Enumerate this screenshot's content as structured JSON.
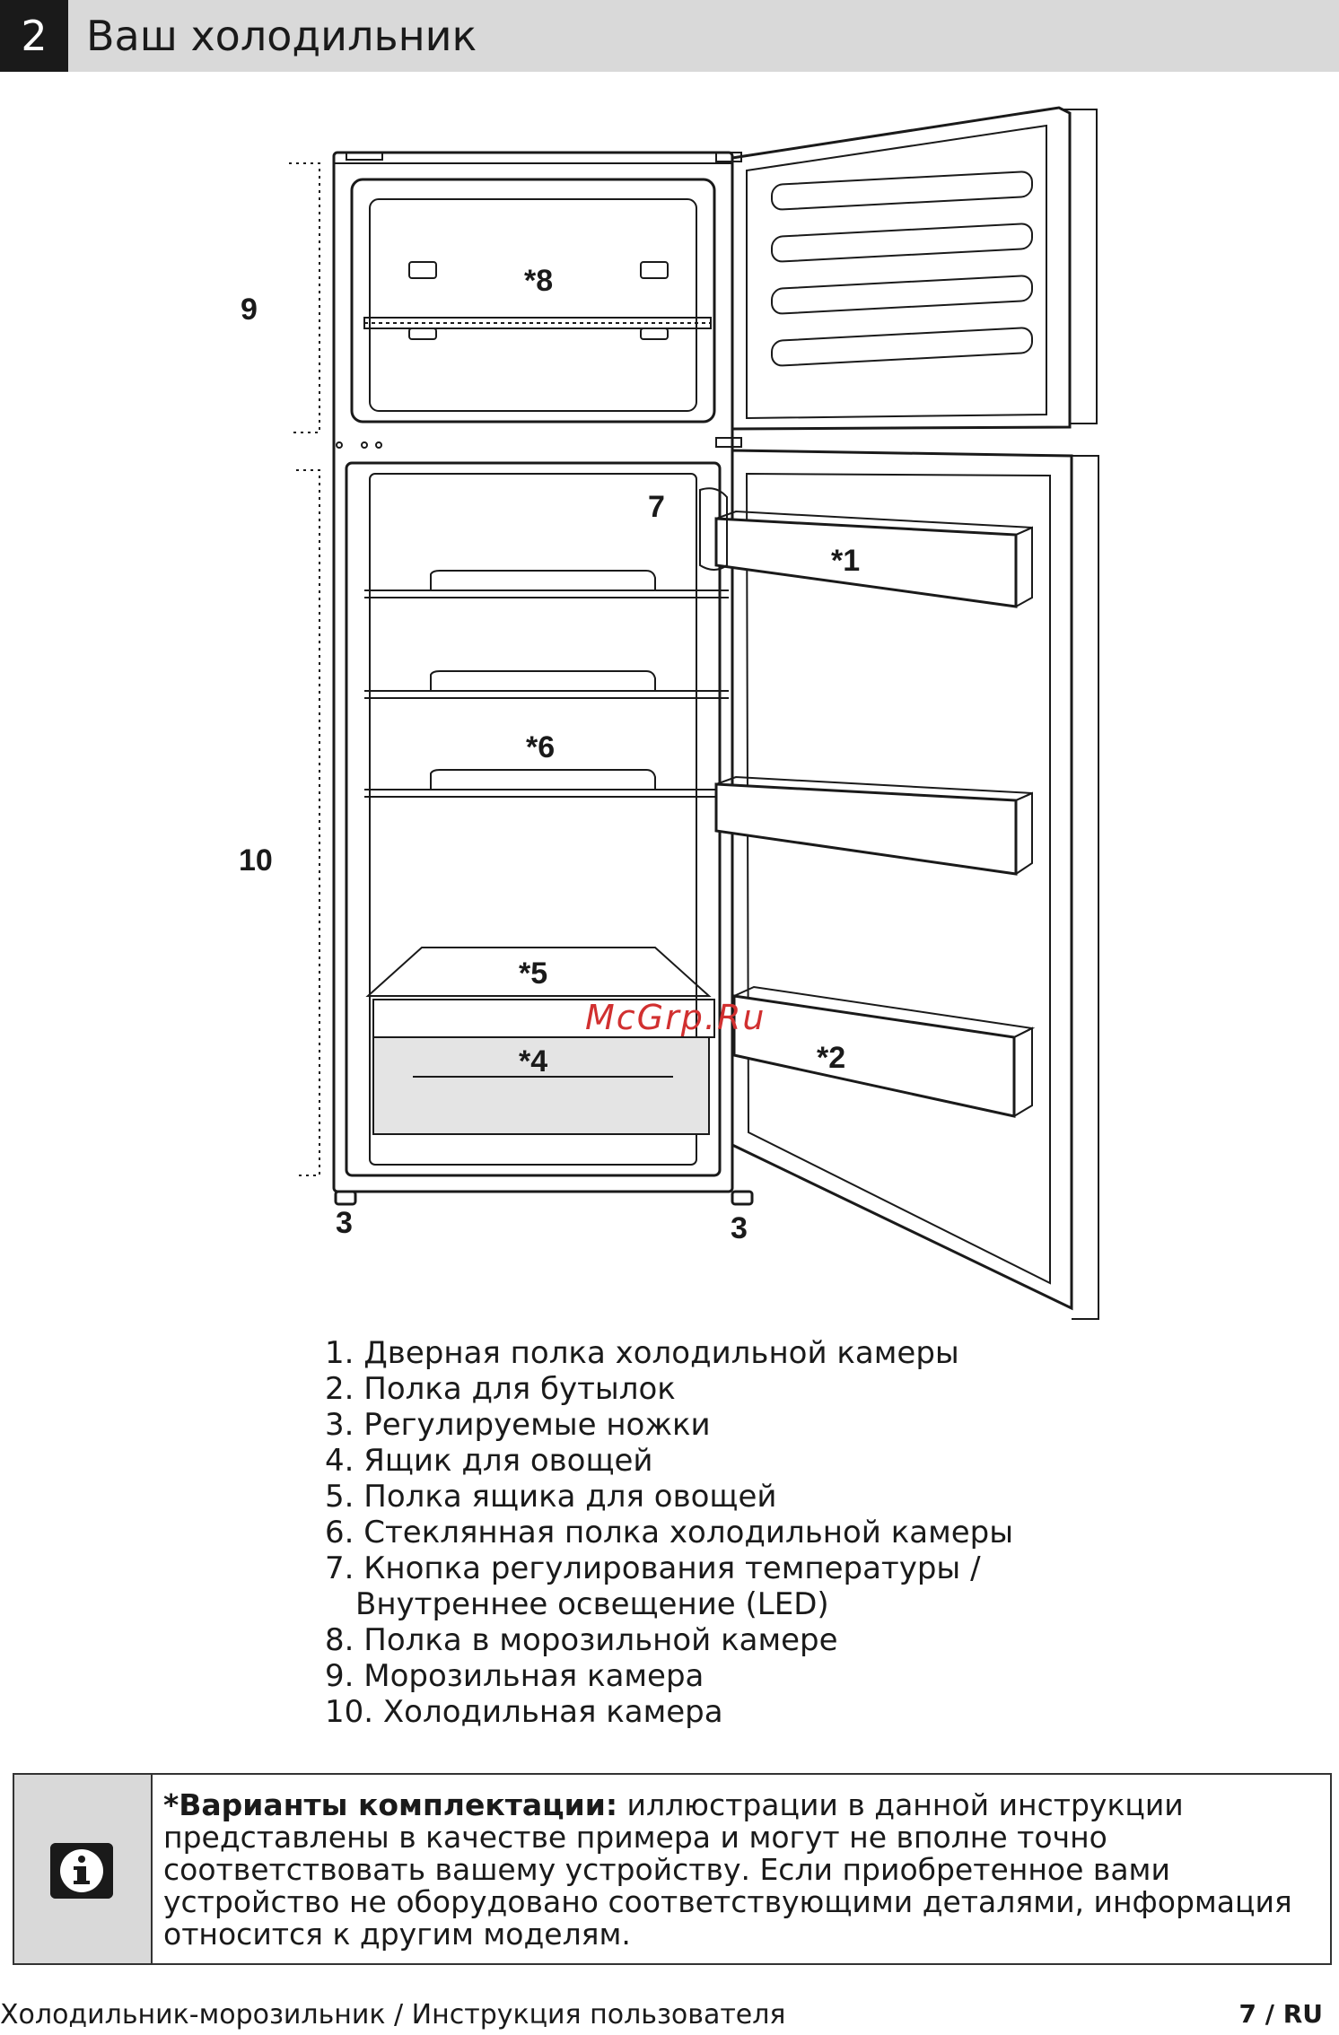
{
  "header": {
    "number": "2",
    "title": "Ваш холодильник"
  },
  "diagram": {
    "callouts": {
      "c9": "9",
      "c8": "*8",
      "c7": "7",
      "c1": "*1",
      "c10": "10",
      "c6": "*6",
      "c5": "*5",
      "c4": "*4",
      "c2": "*2",
      "c3a": "3",
      "c3b": "3"
    },
    "watermark": "McGrp.Ru"
  },
  "legend": {
    "items": [
      "1. Дверная полка холодильной камеры",
      "2. Полка для бутылок",
      "3. Регулируемые ножки",
      "4. Ящик для овощей",
      "5. Полка ящика для овощей",
      "6. Стеклянная полка холодильной камеры",
      "7. Кнопка регулирования температуры /",
      "Внутреннее освещение (LED)",
      "8. Полка в морозильной камере",
      "9. Морозильная камера",
      "10. Холодильная камера"
    ]
  },
  "info": {
    "icon": "info-icon",
    "bold": "*Варианты комплектации:",
    "text": " иллюстрации в данной инструкции представлены в качестве примера и могут не вполне точно соответствовать вашему устройству. Если приобретенное вами устройство не оборудовано соответствующими деталями, информация относится к другим моделям."
  },
  "footer": {
    "left": "Холодильник-морозильник / Инструкция пользователя",
    "right": "7 / RU"
  }
}
